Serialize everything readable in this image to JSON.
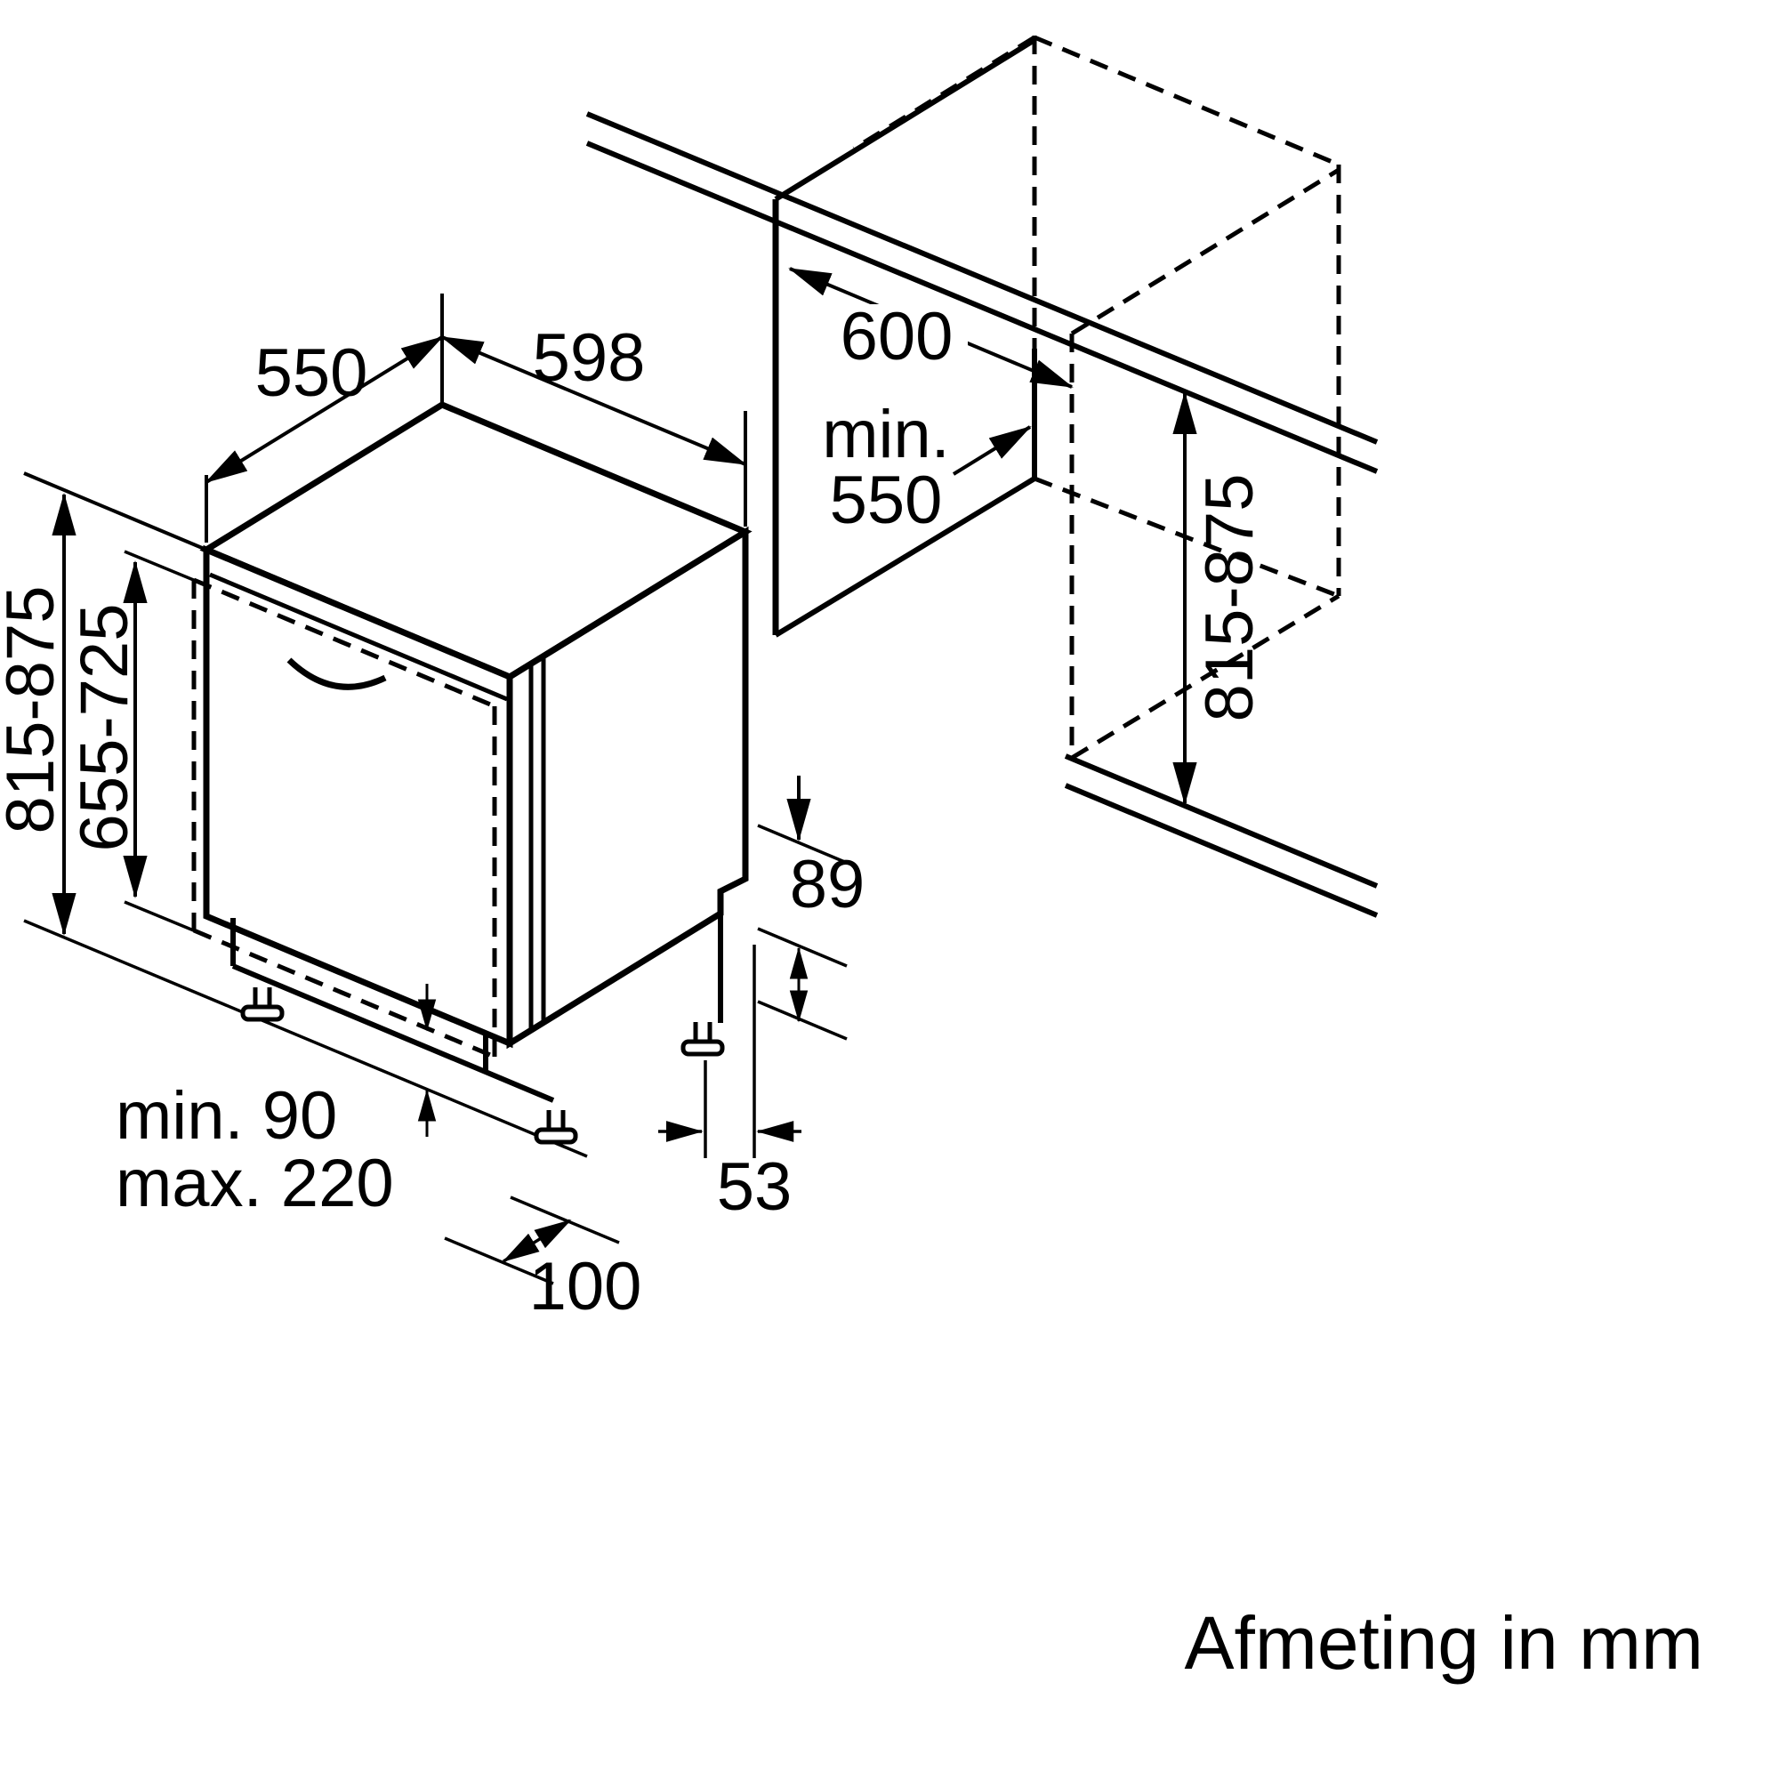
{
  "diagram": {
    "caption": "Afmeting in mm",
    "dimensions": {
      "top_depth": "550",
      "top_width": "598",
      "appliance_height": "815-875",
      "door_panel_height": "655-725",
      "plinth_min": "min. 90",
      "plinth_max": "max. 220",
      "foot_adjust": "100",
      "rear_foot_offset": "53",
      "rear_clearance": "89",
      "niche_width": "600",
      "niche_depth_label": "min.",
      "niche_depth_value": "550",
      "niche_height": "815-875"
    }
  }
}
